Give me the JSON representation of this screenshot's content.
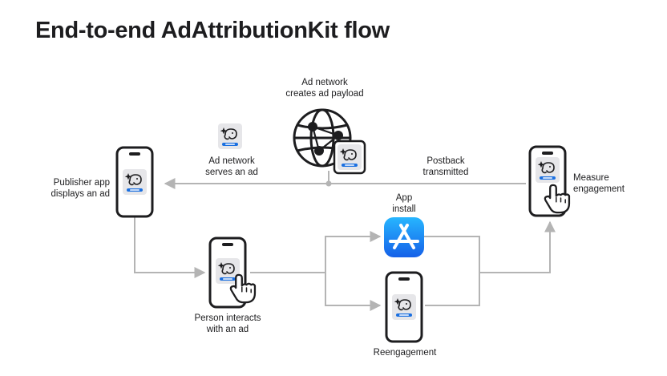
{
  "title": "End-to-end AdAttributionKit flow",
  "labels": {
    "ad_payload": [
      "Ad network",
      "creates ad payload"
    ],
    "serves_ad": [
      "Ad network",
      "serves an ad"
    ],
    "postback": [
      "Postback",
      "transmitted"
    ],
    "publisher": [
      "Publisher app",
      "displays an ad"
    ],
    "measure": [
      "Measure",
      "engagement"
    ],
    "app_install": [
      "App",
      "install"
    ],
    "person_interacts": [
      "Person interacts",
      "with an ad"
    ],
    "reengagement": [
      "Reengagement"
    ]
  },
  "icons": {
    "globe": "globe-icon",
    "ad_card": "ad-card-icon",
    "phone": "phone-icon",
    "hand": "hand-pointer-icon",
    "app_store": "app-store-icon"
  },
  "colors": {
    "line": "#b4b4b4",
    "text": "#1d1d1f",
    "accent": "#1a6fe0",
    "card": "#e6e6e9"
  }
}
